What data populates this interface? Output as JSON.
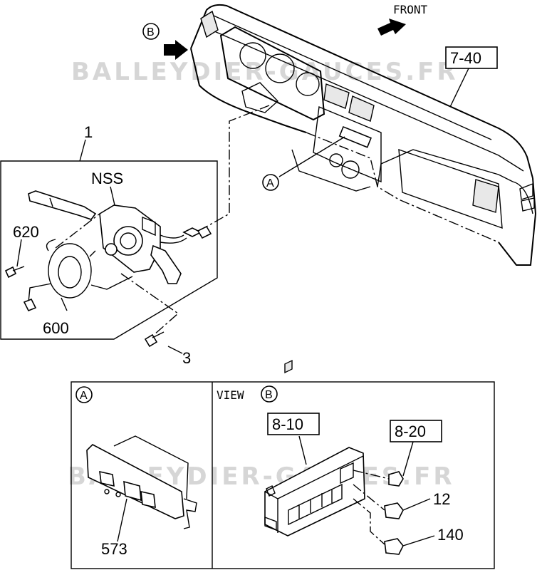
{
  "watermark": {
    "top": "BALLEYDIER-GAUCES.FR",
    "bottom": "BALLEYDIER-GAUCES.FR"
  },
  "dashboard": {
    "front_label": "FRONT",
    "view_marker": "B",
    "ref_label": "7-40",
    "callout_marker": "A"
  },
  "switch_assembly": {
    "group_number": "1",
    "nss_label": "NSS",
    "parts": [
      "620",
      "600",
      "3"
    ]
  },
  "detail_a": {
    "marker": "A",
    "part": "573"
  },
  "view_b": {
    "view_text": "VIEW",
    "marker": "B",
    "ref_1": "8-10",
    "ref_2": "8-20",
    "parts": [
      "12",
      "140"
    ]
  }
}
